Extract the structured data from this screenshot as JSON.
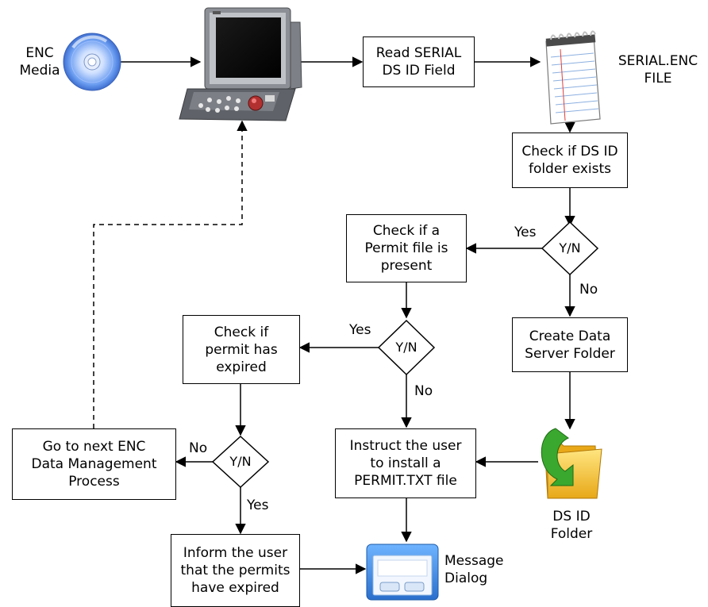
{
  "nodes": {
    "enc_media_label": [
      "ENC",
      "Media"
    ],
    "read_serial": [
      "Read SERIAL",
      "DS ID Field"
    ],
    "serial_file_label": [
      "SERIAL.ENC",
      "FILE"
    ],
    "check_dsid": [
      "Check if DS ID",
      "folder exists"
    ],
    "check_permit_file": [
      "Check if a",
      "Permit file is",
      "present"
    ],
    "create_folder": [
      "Create Data",
      "Server Folder"
    ],
    "check_expired": [
      "Check if",
      "permit has",
      "expired"
    ],
    "go_next": [
      "Go to next ENC",
      "Data Management",
      "Process"
    ],
    "instruct_user": [
      "Instruct the user",
      "to install a",
      "PERMIT.TXT file"
    ],
    "dsid_folder_label": [
      "DS ID",
      "Folder"
    ],
    "inform_user": [
      "Inform the user",
      "that the permits",
      "have expired"
    ],
    "message_dialog_label": [
      "Message",
      "Dialog"
    ]
  },
  "decisions": {
    "decision_1": "Y/N",
    "decision_2": "Y/N",
    "decision_3": "Y/N"
  },
  "edge_labels": {
    "d1_yes": "Yes",
    "d1_no": "No",
    "d2_yes": "Yes",
    "d2_no": "No",
    "d3_no": "No",
    "d3_yes": "Yes"
  },
  "icons": [
    "cd-disc-icon",
    "ecdis-terminal-icon",
    "notepad-file-icon",
    "folder-sync-icon",
    "message-dialog-icon"
  ],
  "colors": {
    "line": "#000000",
    "cd": "#5a8fe0",
    "folder": "#f0c030",
    "folder_arrow": "#3aa82e",
    "dialog": "#3a86d8"
  }
}
